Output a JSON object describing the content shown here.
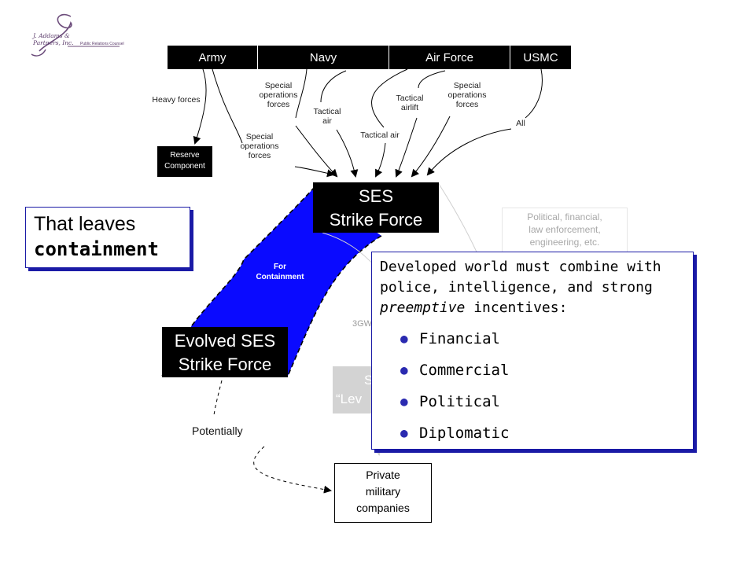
{
  "logo": {
    "brand": "J. Addams & Partners, Inc.",
    "tagline": "Public Relations Counsel"
  },
  "services": [
    "Army",
    "Navy",
    "Air Force",
    "USMC"
  ],
  "arrow_labels": {
    "heavy_forces": "Heavy forces",
    "special_ops_army": [
      "Special",
      "operations",
      "forces"
    ],
    "special_ops_navy": [
      "Special",
      "operations",
      "forces"
    ],
    "tactical_air_navy": [
      "Tactical",
      "air"
    ],
    "tactical_air": "Tactical air",
    "tactical_airlift": [
      "Tactical",
      "airlift"
    ],
    "special_ops_af": [
      "Special",
      "operations",
      "forces"
    ],
    "all": "All"
  },
  "boxes": {
    "reserve": [
      "Reserve",
      "Component"
    ],
    "ses": [
      "SES",
      "Strike Force"
    ],
    "evolved_ses": [
      "Evolved SES",
      "Strike Force"
    ],
    "for_containment": [
      "For",
      "Containment"
    ],
    "political_partial": [
      "Political, financial,",
      "law enforcement,",
      "engineering, etc."
    ],
    "hidden_left_3gw": "3GW",
    "hidden_grey": [
      "S",
      "“Lev"
    ],
    "potentially": "Potentially",
    "private_military": [
      "Private",
      "military",
      "companies"
    ]
  },
  "callout_left": {
    "line1": "That leaves",
    "line2": "containment"
  },
  "callout_right": {
    "intro_before": "Developed world must combine with police, intelligence, and strong ",
    "intro_emph": "preemptive",
    "intro_after": " incentives:",
    "bullets": [
      "Financial",
      "Commercial",
      "Political",
      "Diplomatic"
    ]
  },
  "colors": {
    "blue_shape": "#0a0aff",
    "callout_border": "#1a1aa6",
    "black_box": "#000000",
    "grey_box": "#d3d3d3"
  }
}
